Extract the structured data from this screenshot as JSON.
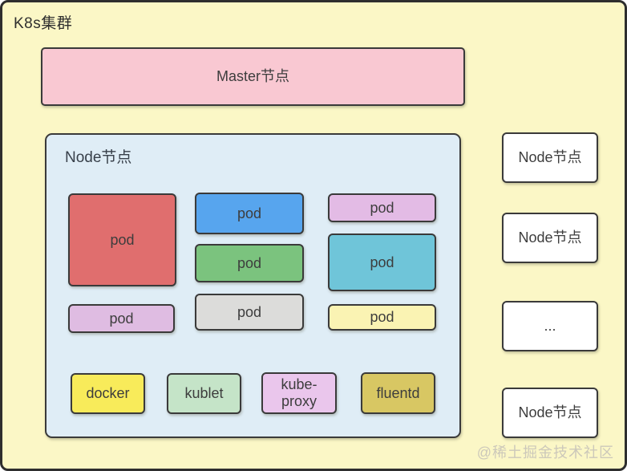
{
  "diagram": {
    "cluster": {
      "label": "K8s集群",
      "bg": "#fbf7c6"
    },
    "master": {
      "label": "Master节点",
      "bg": "#f9c8d2"
    },
    "node_main": {
      "label": "Node节点",
      "bg": "#dfedf6",
      "pods": [
        {
          "label": "pod",
          "bg": "#e06e6e"
        },
        {
          "label": "pod",
          "bg": "#57a5ee"
        },
        {
          "label": "pod",
          "bg": "#e3bbe5"
        },
        {
          "label": "pod",
          "bg": "#7bc37e"
        },
        {
          "label": "pod",
          "bg": "#6fc5d9"
        },
        {
          "label": "pod",
          "bg": "#dfbce2"
        },
        {
          "label": "pod",
          "bg": "#dcdcda"
        },
        {
          "label": "pod",
          "bg": "#faf3b3"
        }
      ],
      "components": [
        {
          "label": "docker",
          "bg": "#f8eb5a"
        },
        {
          "label": "kublet",
          "bg": "#c5e4c8"
        },
        {
          "label": "kube-proxy",
          "bg": "#eac6ec"
        },
        {
          "label": "fluentd",
          "bg": "#d8c763"
        }
      ]
    },
    "other_nodes": [
      {
        "label": "Node节点"
      },
      {
        "label": "Node节点"
      },
      {
        "label": "..."
      },
      {
        "label": "Node节点"
      }
    ],
    "watermark": "@稀土掘金技术社区",
    "colors": {
      "border": "#3a3a3a",
      "text": "#3d3d3d",
      "watermark_text": "#ccc8ba"
    }
  }
}
